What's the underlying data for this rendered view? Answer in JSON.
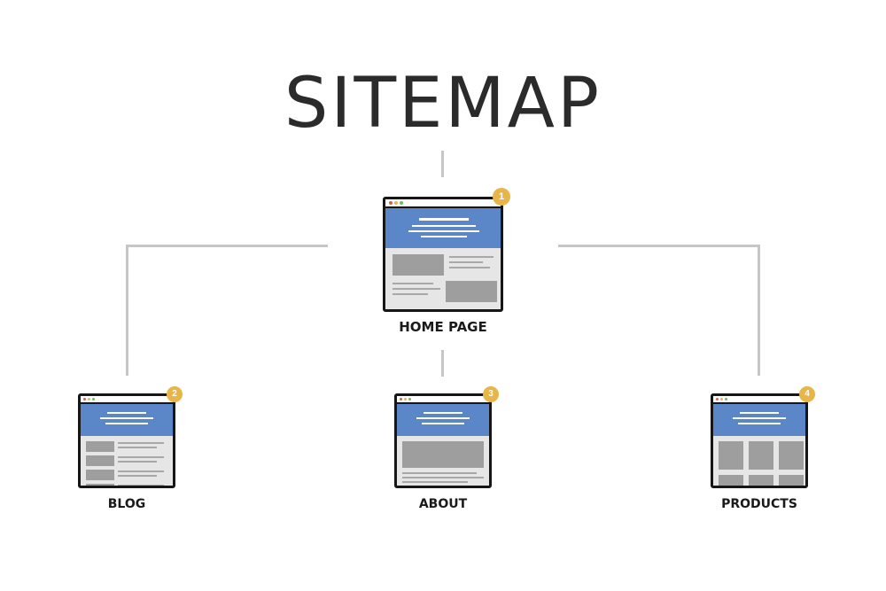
{
  "title": "SITEMAP",
  "colors": {
    "accent_blue": "#5b87c9",
    "badge_gold": "#e8b548",
    "connector_gray": "#c6c6c6",
    "outline": "#161616",
    "placeholder_gray": "#9e9e9e"
  },
  "pages": {
    "home": {
      "label": "HOME PAGE",
      "number": "1",
      "icon": "browser-window-icon"
    },
    "blog": {
      "label": "BLOG",
      "number": "2",
      "icon": "browser-window-icon"
    },
    "about": {
      "label": "ABOUT",
      "number": "3",
      "icon": "browser-window-icon"
    },
    "products": {
      "label": "PRODUCTS",
      "number": "4",
      "icon": "browser-window-icon"
    }
  }
}
